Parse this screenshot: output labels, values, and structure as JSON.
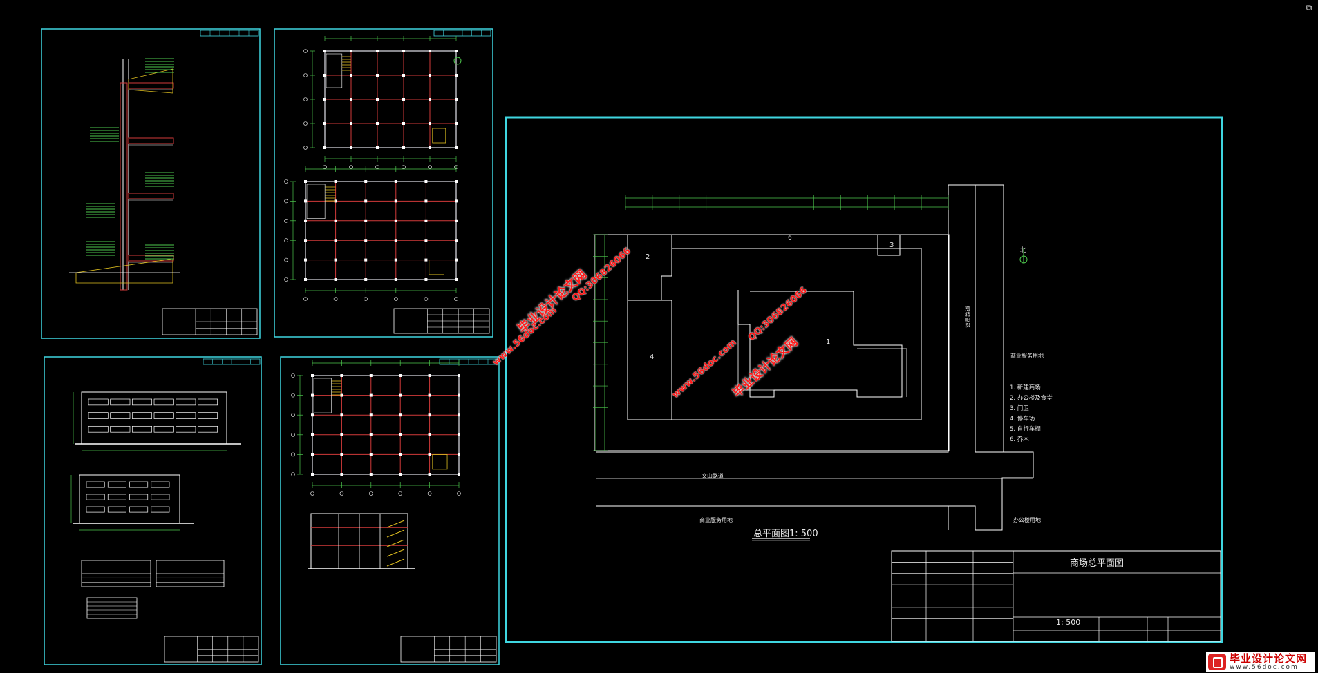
{
  "window": {
    "minimize_glyph": "–",
    "restore_glyph": "⧉"
  },
  "sheet_main": {
    "title_label": "总平面图1: 500",
    "title_block_name": "商场总平面图",
    "title_block_scale": "1: 500",
    "building_numbers": [
      "1",
      "2",
      "3",
      "4",
      "6"
    ],
    "road_south": "文山路道",
    "road_east": "双员路道",
    "zone_south": "商业服务用地",
    "zone_east": "商业服务用地",
    "zone_southeast": "办公楼用地",
    "north_symbol": "北",
    "legend": [
      "1. 新建商场",
      "2. 办公楼及食堂",
      "3. 门卫",
      "4. 停车场",
      "5. 自行车棚",
      "6. 乔木"
    ]
  },
  "watermarks": {
    "brand": "毕业设计论文网",
    "url": "www.56doc.com",
    "qq": "QQ:306826066"
  },
  "logo": {
    "name": "毕业设计论文网",
    "url": "www.56doc.com"
  },
  "colors": {
    "background": "#000000",
    "frame": "#3fd6e0",
    "line": "#ffffff",
    "grid": "#d23a3a",
    "dim": "#4ec94e",
    "accent": "#e0c020"
  }
}
